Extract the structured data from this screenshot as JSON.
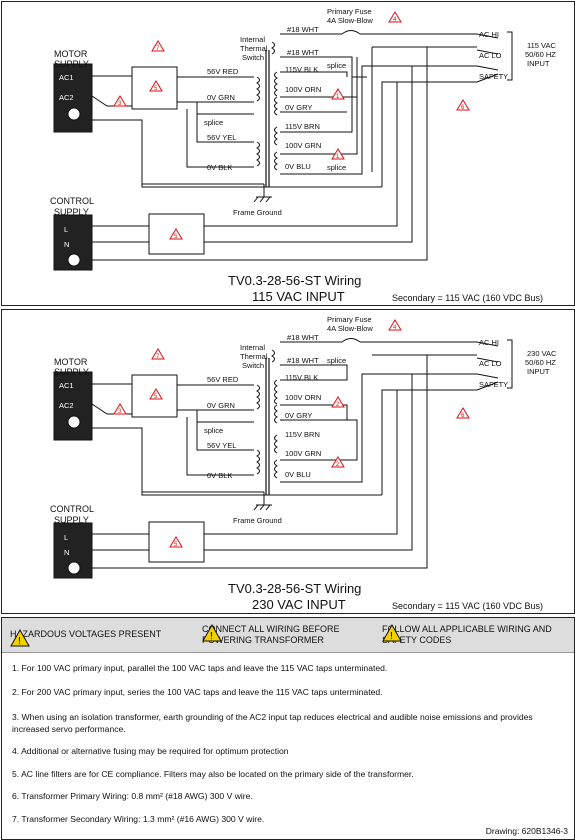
{
  "diagrams": [
    {
      "title": "TV0.3-28-56-ST Wiring",
      "input": "115 VAC INPUT",
      "secondary": "Secondary = 115 VAC (160 VDC Bus)",
      "input_rating": [
        "115 VAC",
        "50/60 HZ",
        "INPUT"
      ],
      "splice_tags": [
        "splice",
        "splice"
      ]
    },
    {
      "title": "TV0.3-28-56-ST Wiring",
      "input": "230 VAC INPUT",
      "secondary": "Secondary = 115 VAC (160 VDC Bus)",
      "input_rating": [
        "230 VAC",
        "50/60 HZ",
        "INPUT"
      ],
      "splice_tags": [
        "splice"
      ]
    }
  ],
  "labels": {
    "primary_fuse": "Primary Fuse",
    "fuse_rating": "4A Slow-Blow",
    "internal": "Internal",
    "thermal": "Thermal",
    "switch": "Switch",
    "wht18": "#18 WHT",
    "motor": "MOTOR",
    "supply": "SUPPLY",
    "control": "CONTROL",
    "ac1": "AC1",
    "ac2": "AC2",
    "l": "L",
    "n": "N",
    "red56": "56V RED",
    "grn0": "0V GRN",
    "splice": "splice",
    "yel56": "56V YEL",
    "blk0": "0V BLK",
    "blk115": "115V BLK",
    "orn100": "100V ORN",
    "gry0": "0V GRY",
    "brn115": "115V BRN",
    "grn100": "100V GRN",
    "blu0": "0V BLU",
    "frame_ground": "Frame Ground",
    "ac_hi": "AC HI",
    "ac_lo": "AC LO",
    "safety": "SAFETY",
    "note_ids": [
      "1",
      "2",
      "3",
      "4",
      "5",
      "6",
      "7"
    ]
  },
  "warnings": [
    "HAZARDOUS VOLTAGES PRESENT",
    "CONNECT ALL WIRING BEFORE POWERING TRANSFORMER",
    "FOLLOW ALL APPLICABLE WIRING AND SAFETY CODES"
  ],
  "notes": [
    "1. For 100 VAC primary input, parallel the 100 VAC taps and leave the 115 VAC taps unterminated.",
    "2. For 200 VAC primary input, series the 100 VAC taps and leave the 115 VAC taps unterminated.",
    "3. When using an isolation transformer, earth grounding of the AC2 input tap reduces electrical and audible noise emissions and provides increased servo performance.",
    "4. Additional or alternative fusing may be required for optimum protection",
    "5. AC line filters are for CE compliance. Filters may also be located on the primary side of the transformer.",
    "6. Transformer Primary Wiring: 0.8 mm² (#18 AWG) 300 V wire.",
    "7. Transformer Secondary Wiring: 1.3 mm² (#16 AWG) 300 V wire."
  ],
  "drawing": "Drawing: 620B1346-3",
  "colors": {
    "warning_red": "#d11",
    "caution_yellow": "#f2d000"
  }
}
